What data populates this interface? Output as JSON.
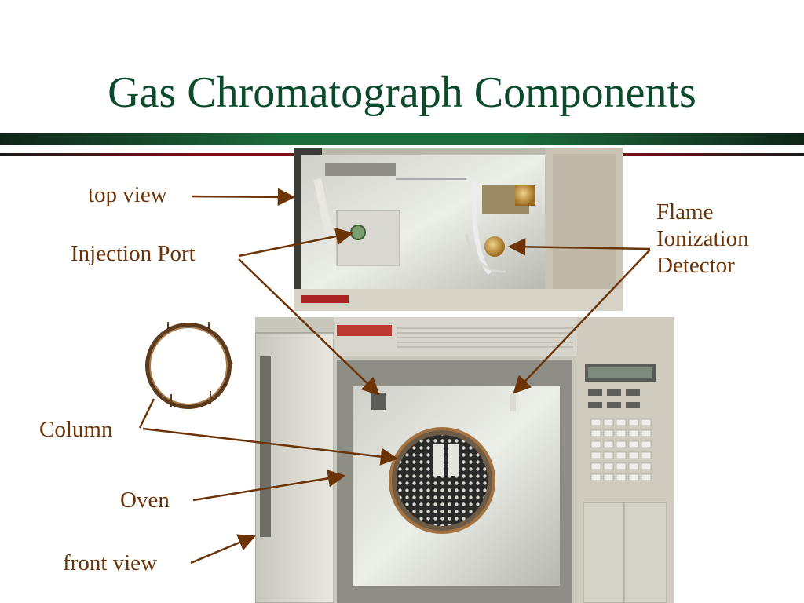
{
  "slide": {
    "title": "Gas Chromatograph Components",
    "labels": {
      "top_view": "top view",
      "injection_port": "Injection Port",
      "fid_line1": "Flame",
      "fid_line2": "Ionization",
      "fid_line3": "Detector",
      "column": "Column",
      "oven": "Oven",
      "front_view": "front view"
    }
  },
  "colors": {
    "title": "#0b4a2a",
    "label": "#6b3306",
    "arrow": "#6b3306",
    "rule_thick_dark": "#0f2418",
    "rule_thick_green": "#1d6a3c",
    "rule_thin_black": "#1a1a1a",
    "rule_thin_red": "#7a1418"
  }
}
